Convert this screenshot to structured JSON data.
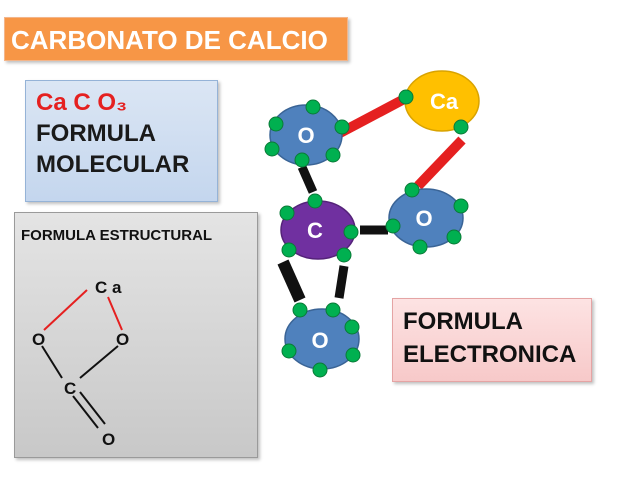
{
  "title": "CARBONATO DE CALCIO",
  "molecular": {
    "formula": "Ca C O₃",
    "caption_line1": "FORMULA",
    "caption_line2": "MOLECULAR"
  },
  "structural": {
    "title": "FORMULA ESTRUCTURAL",
    "atoms": {
      "ca": "C a",
      "o_left": "O",
      "o_right": "O",
      "c": "C",
      "o_bottom": "O"
    }
  },
  "electronic": {
    "caption_line1": "FORMULA",
    "caption_line2": "ELECTRONICA",
    "atoms": {
      "o_top": "O",
      "ca": "Ca",
      "c": "C",
      "o_right": "O",
      "o_bottom": "O"
    }
  },
  "colors": {
    "title_bg": "#f79646",
    "oxygen": "#4f81bd",
    "carbon": "#7030a0",
    "calcium": "#ffc000",
    "electron": "#00b050",
    "ionic_bond": "#e52020",
    "covalent_bond": "#111111"
  }
}
